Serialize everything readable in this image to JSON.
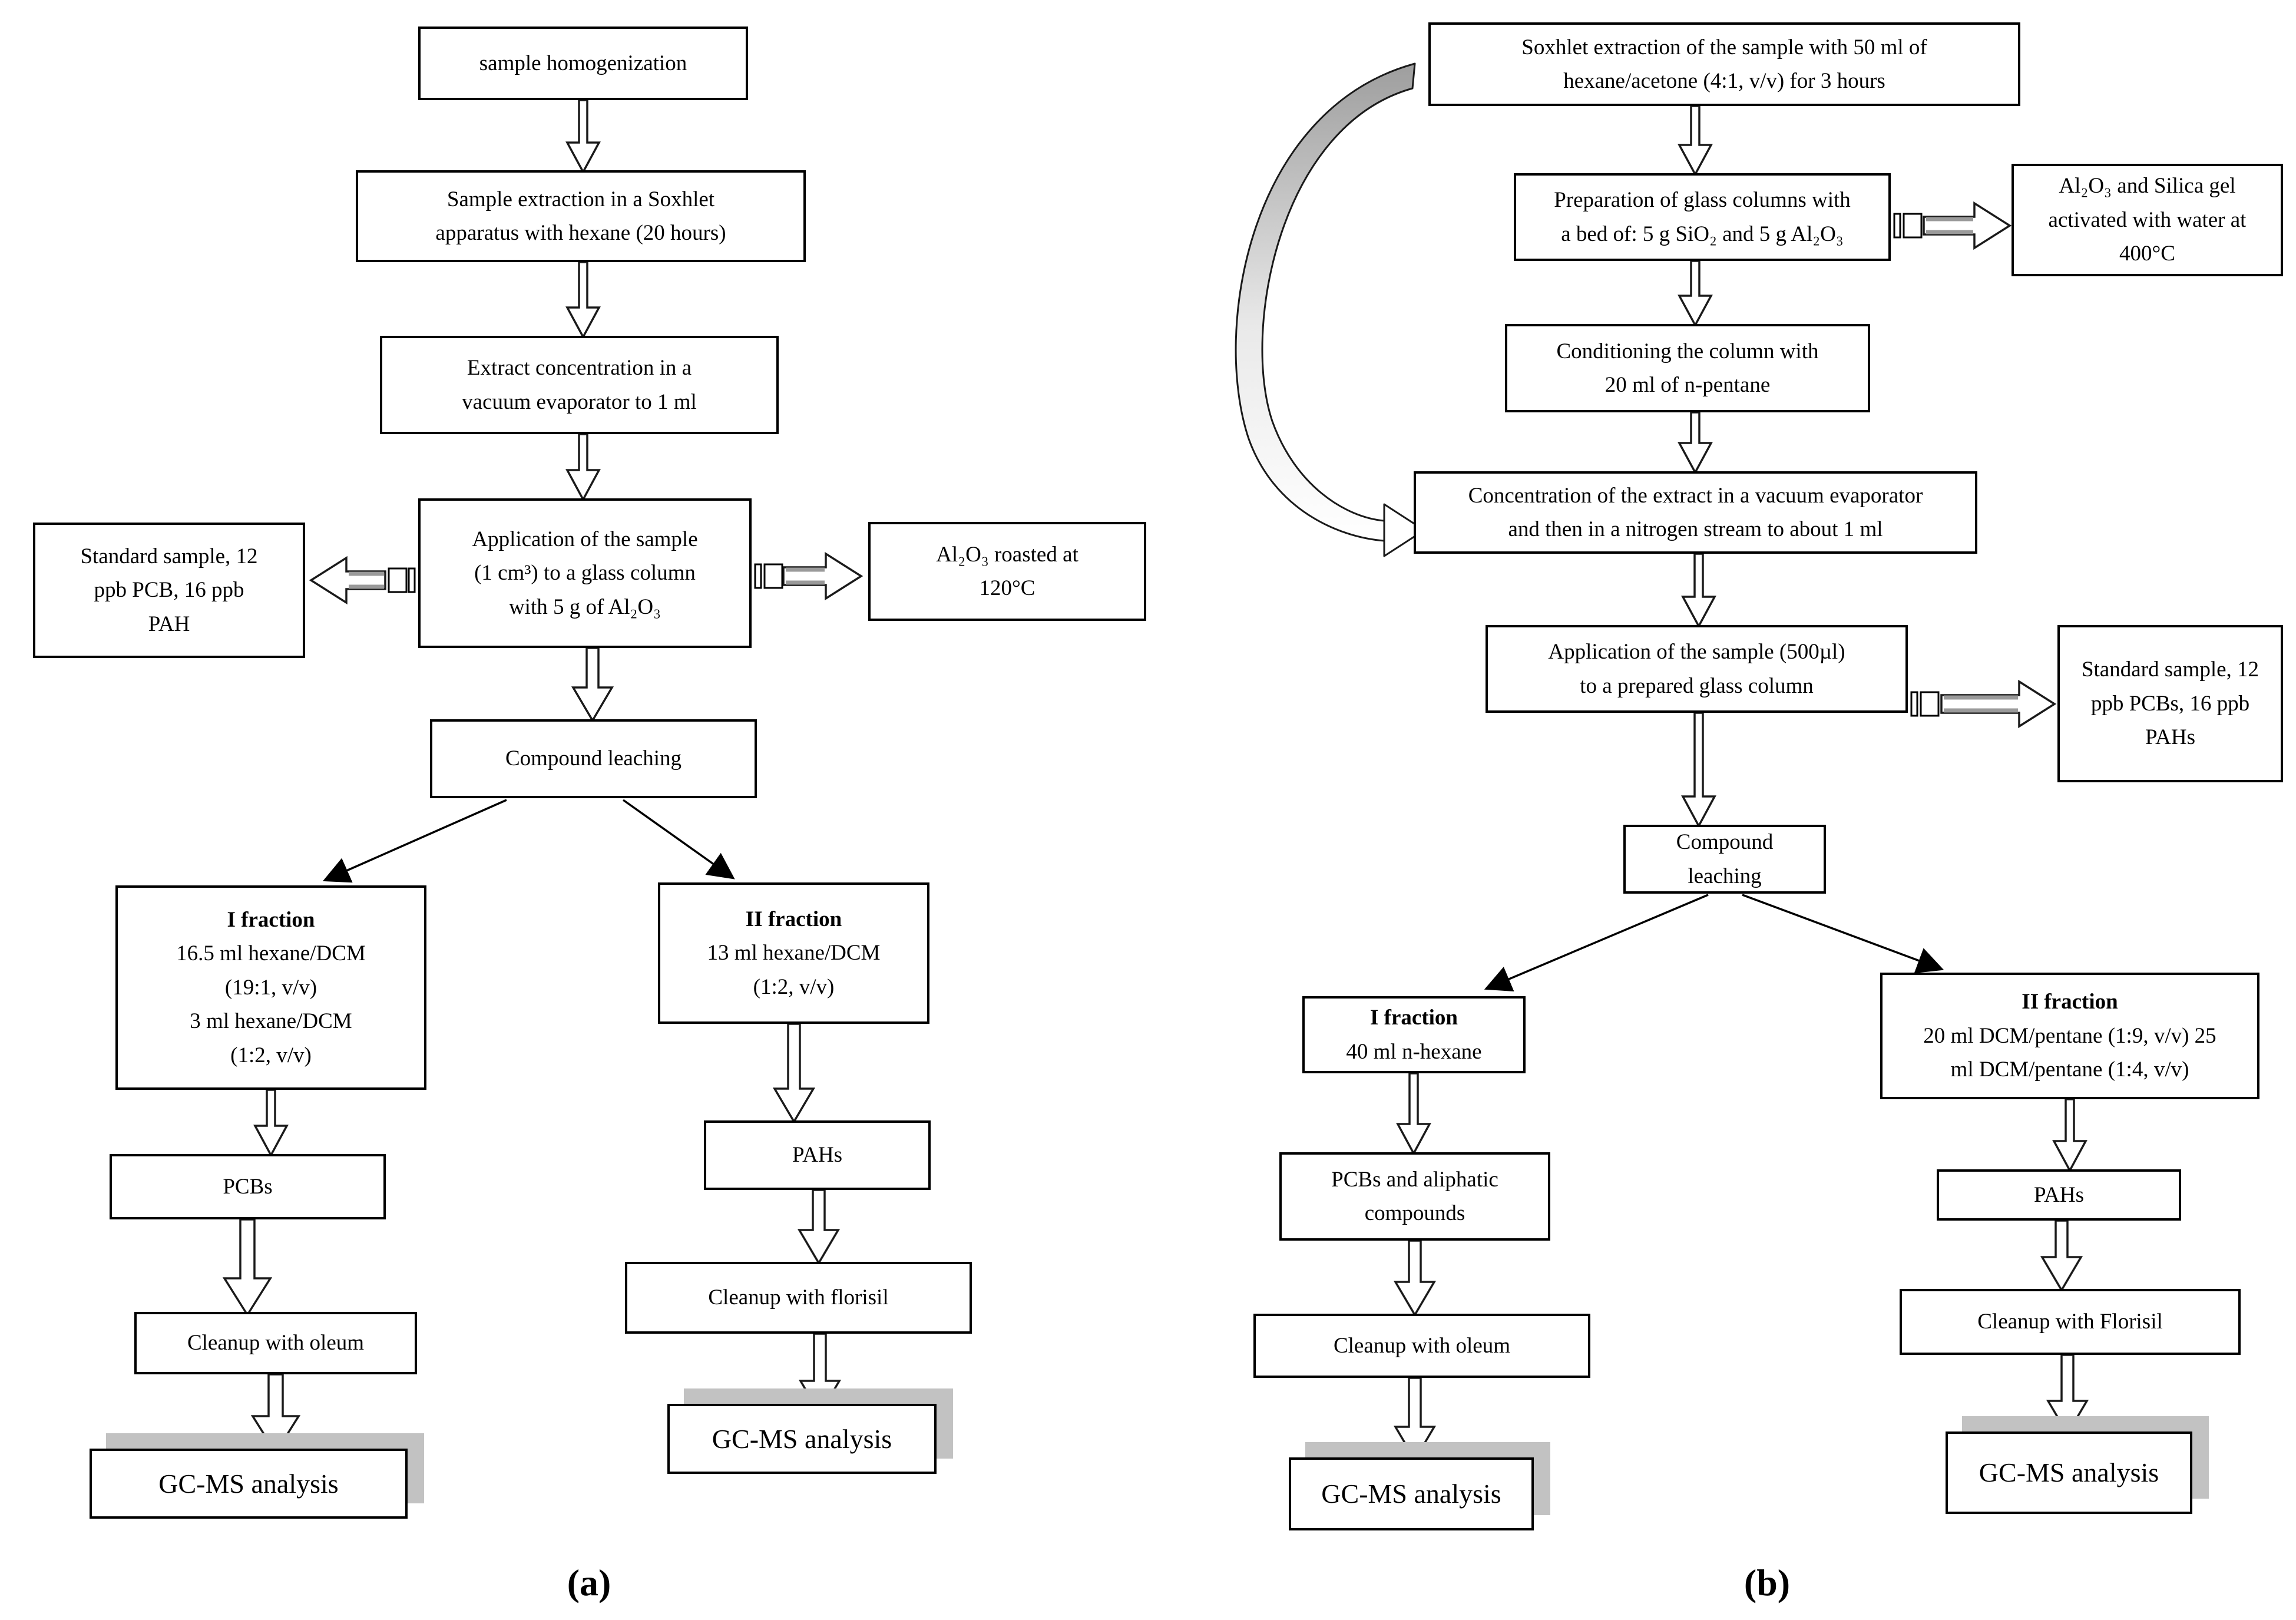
{
  "figure": {
    "panel_a_label": "(a)",
    "panel_b_label": "(b)"
  },
  "colors": {
    "box_border": "#000000",
    "box_fill": "#ffffff",
    "shadow_gray": "#c2c2c2",
    "arrow_outline": "#1a1a1a",
    "arrow_fill": "#ffffff",
    "arrow_shaft_shade": "#9a9a9a",
    "curved_arrow_top_gray": "#9e9e9e"
  },
  "boxes_a": [
    {
      "name": "a-sample-homogenization",
      "lines": [
        "sample homogenization"
      ]
    },
    {
      "name": "a-soxhlet-extraction",
      "lines": [
        "Sample extraction in a Soxhlet",
        "apparatus with hexane (20 hours)"
      ]
    },
    {
      "name": "a-extract-concentration",
      "lines": [
        "Extract concentration in a",
        "vacuum evaporator to 1 ml"
      ]
    },
    {
      "name": "a-sample-application",
      "lines": [
        "Application of the sample",
        "(1 cm³) to a glass column",
        "with 5 g of Al₂O₃"
      ]
    },
    {
      "name": "a-standard-sample",
      "lines": [
        "Standard sample, 12",
        "ppb PCB, 16 ppb",
        "PAH"
      ]
    },
    {
      "name": "a-roasted-alumina",
      "lines": [
        "Al₂O₃  roasted at",
        "120°C"
      ]
    },
    {
      "name": "a-compound-leaching",
      "lines": [
        "Compound leaching"
      ]
    },
    {
      "name": "a-fraction-1",
      "title": "I fraction",
      "lines": [
        "16.5 ml hexane/DCM",
        "(19:1, v/v)",
        "3 ml hexane/DCM",
        "(1:2, v/v)"
      ]
    },
    {
      "name": "a-fraction-2",
      "title": "II fraction",
      "lines": [
        "13 ml hexane/DCM",
        "(1:2, v/v)"
      ]
    },
    {
      "name": "a-pcbs",
      "lines": [
        "PCBs"
      ]
    },
    {
      "name": "a-cleanup-oleum",
      "lines": [
        "Cleanup with oleum"
      ]
    },
    {
      "name": "a-gcms-pcb",
      "lines": [
        "GC-MS analysis"
      ]
    },
    {
      "name": "a-pahs",
      "lines": [
        "PAHs"
      ]
    },
    {
      "name": "a-cleanup-florisil",
      "lines": [
        "Cleanup with florisil"
      ]
    },
    {
      "name": "a-gcms-pah",
      "lines": [
        "GC-MS analysis"
      ]
    }
  ],
  "boxes_b": [
    {
      "name": "b-soxhlet-extraction",
      "lines": [
        "Soxhlet extraction of the sample with 50 ml of",
        "hexane/acetone (4:1, v/v) for 3 hours"
      ]
    },
    {
      "name": "b-glass-columns",
      "lines": [
        "Preparation of glass columns with",
        "a bed of: 5 g SiO₂ and 5 g Al₂O₃"
      ]
    },
    {
      "name": "b-activated-gel",
      "lines": [
        "Al₂O₃ and Silica gel",
        "activated with water at",
        "400°C"
      ]
    },
    {
      "name": "b-conditioning",
      "lines": [
        "Conditioning the column with",
        "20 ml of n-pentane"
      ]
    },
    {
      "name": "b-concentration",
      "lines": [
        "Concentration of the extract in a vacuum evaporator",
        "and then in a nitrogen stream to about 1 ml"
      ]
    },
    {
      "name": "b-sample-application",
      "lines": [
        "Application of the sample (500µl)",
        "to a prepared glass column"
      ]
    },
    {
      "name": "b-standard-sample",
      "lines": [
        "Standard sample, 12",
        "ppb PCBs, 16 ppb",
        "PAHs"
      ]
    },
    {
      "name": "b-compound-leaching",
      "lines": [
        "Compound",
        "leaching"
      ]
    },
    {
      "name": "b-fraction-1",
      "title": "I fraction",
      "lines": [
        "40 ml n-hexane"
      ]
    },
    {
      "name": "b-fraction-2",
      "title": "II fraction",
      "lines": [
        "20 ml DCM/pentane (1:9, v/v) 25",
        "ml DCM/pentane (1:4, v/v)"
      ]
    },
    {
      "name": "b-pcbs-aliphatic",
      "lines": [
        "PCBs and aliphatic",
        "compounds"
      ]
    },
    {
      "name": "b-cleanup-oleum",
      "lines": [
        "Cleanup with oleum"
      ]
    },
    {
      "name": "b-gcms-pcb",
      "lines": [
        "GC-MS analysis"
      ]
    },
    {
      "name": "b-pahs",
      "lines": [
        "PAHs"
      ]
    },
    {
      "name": "b-cleanup-florisil",
      "lines": [
        "Cleanup with Florisil"
      ]
    },
    {
      "name": "b-gcms-pah",
      "lines": [
        "GC-MS analysis"
      ]
    }
  ]
}
